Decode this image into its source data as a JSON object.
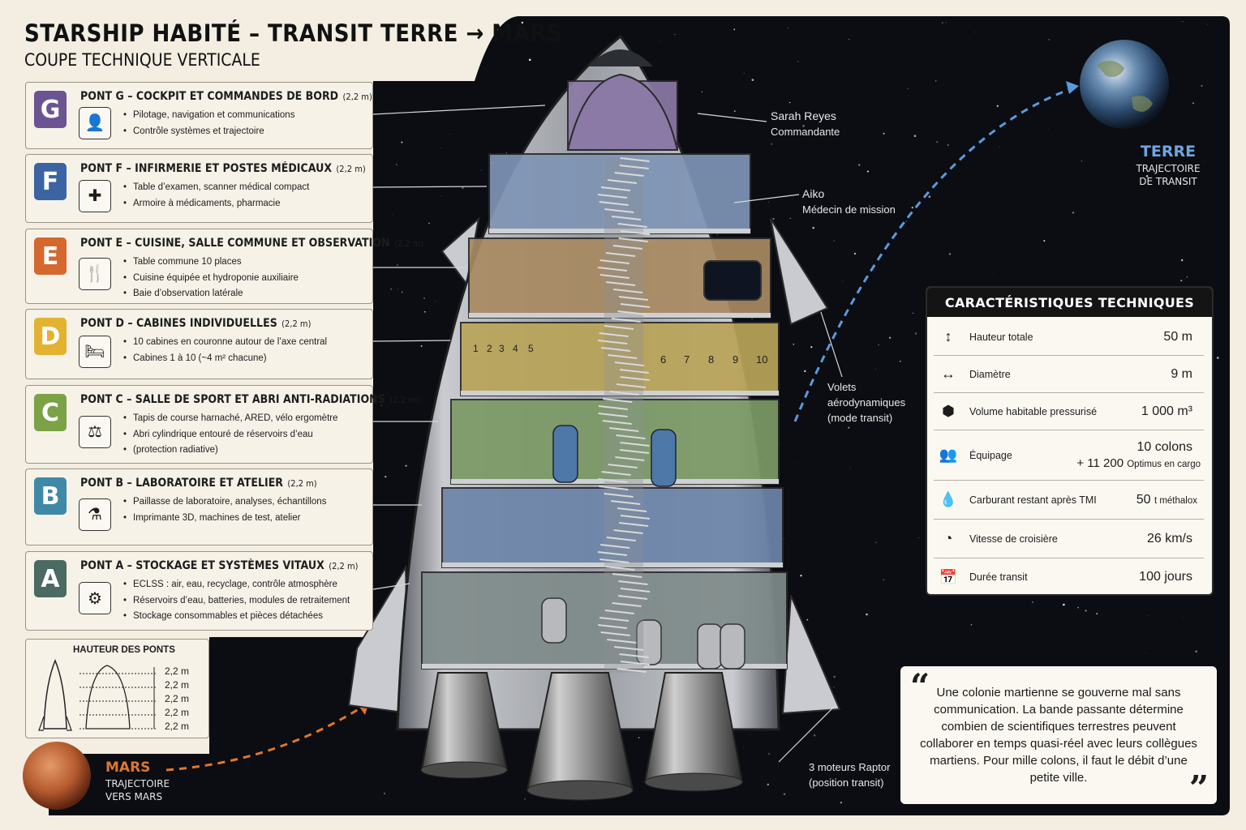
{
  "header": {
    "title": "STARSHIP HABITÉ – TRANSIT TERRE → MARS",
    "subtitle": "COUPE TECHNIQUE VERTICALE"
  },
  "decks": [
    {
      "letter": "G",
      "title": "PONT G – COCKPIT ET COMMANDES DE BORD",
      "height": "(2,2 m)",
      "color": "#6c5392",
      "icon": "astronaut-icon",
      "items": [
        "Pilotage, navigation et communications",
        "Contrôle systèmes et trajectoire"
      ]
    },
    {
      "letter": "F",
      "title": "PONT F – INFIRMERIE ET POSTES MÉDICAUX",
      "height": "(2,2 m)",
      "color": "#3c64a3",
      "icon": "medical-cross-icon",
      "items": [
        "Table d’examen, scanner médical compact",
        "Armoire à médicaments, pharmacie"
      ]
    },
    {
      "letter": "E",
      "title": "PONT E – CUISINE, SALLE COMMUNE ET OBSERVATION",
      "height": "(2,2 m)",
      "color": "#d5682f",
      "icon": "fork-knife-icon",
      "items": [
        "Table commune 10 places",
        "Cuisine équipée et hydroponie auxiliaire",
        "Baie d’observation latérale"
      ]
    },
    {
      "letter": "D",
      "title": "PONT D – CABINES INDIVIDUELLES",
      "height": "(2,2 m)",
      "color": "#e3b230",
      "icon": "bed-icon",
      "items": [
        "10 cabines en couronne autour de l’axe central",
        "Cabines 1 à 10 (~4 m² chacune)"
      ]
    },
    {
      "letter": "C",
      "title": "PONT C – SALLE DE SPORT ET ABRI ANTI-RADIATIONS",
      "height": "(2,2 m)",
      "color": "#7ba246",
      "icon": "dumbbell-icon",
      "items": [
        "Tapis de course harnaché, ARED, vélo ergomètre",
        "Abri cylindrique entouré de réservoirs d’eau",
        "(protection radiative)"
      ]
    },
    {
      "letter": "B",
      "title": "PONT B – LABORATOIRE ET ATELIER",
      "height": "(2,2 m)",
      "color": "#3f88a8",
      "icon": "flask-icon",
      "items": [
        "Paillasse de laboratoire, analyses, échantillons",
        "Imprimante 3D, machines de test, atelier"
      ]
    },
    {
      "letter": "A",
      "title": "PONT A – STOCKAGE ET SYSTÈMES VITAUX",
      "height": "(2,2 m)",
      "color": "#4a6a62",
      "icon": "gear-icon",
      "items": [
        "ECLSS : air, eau, recyclage, contrôle atmosphère",
        "Réservoirs d’eau, batteries, modules de retraitement",
        "Stockage consommables et pièces détachées"
      ]
    }
  ],
  "deck_heights": {
    "title": "HAUTEUR DES PONTS",
    "values": [
      "2,2 m",
      "2,2 m",
      "2,2 m",
      "2,2 m",
      "2,2 m"
    ]
  },
  "earth": {
    "name": "TERRE",
    "sub1": "TRAJECTOIRE",
    "sub2": "DE TRANSIT",
    "color": "#6fa6e0"
  },
  "mars": {
    "name": "MARS",
    "sub1": "TRAJECTOIRE",
    "sub2": "VERS MARS",
    "color": "#e0762e"
  },
  "callouts": {
    "commander": {
      "name": "Sarah Reyes",
      "role": "Commandante"
    },
    "doctor": {
      "name": "Aiko",
      "role": "Médecin de mission"
    },
    "flaps": {
      "l1": "Volets",
      "l2": "aérodynamiques",
      "l3": "(mode transit)"
    },
    "engines": {
      "l1": "3 moteurs Raptor",
      "l2": "(position transit)"
    }
  },
  "cabin_numbers_left": [
    "1",
    "2",
    "3",
    "4",
    "5"
  ],
  "cabin_numbers_right": [
    "6",
    "7",
    "8",
    "9",
    "10"
  ],
  "specs": {
    "title": "CARACTÉRISTIQUES TECHNIQUES",
    "rows": [
      {
        "icon": "height-arrow-icon",
        "label": "Hauteur totale",
        "value": "50 m"
      },
      {
        "icon": "width-arrow-icon",
        "label": "Diamètre",
        "value": "9 m"
      },
      {
        "icon": "cube-icon",
        "label": "Volume habitable pressurisé",
        "value": "1 000 m³"
      },
      {
        "icon": "crew-icon",
        "label": "Équipage",
        "value": "10 colons",
        "value2": "+ 11 200",
        "value2_note": "Optimus en cargo"
      },
      {
        "icon": "fuel-drop-icon",
        "label": "Carburant restant après TMI",
        "value": "50",
        "value_note": "t méthalox"
      },
      {
        "icon": "speedometer-icon",
        "label": "Vitesse de croisière",
        "value": "26 km/s"
      },
      {
        "icon": "calendar-icon",
        "label": "Durée transit",
        "value": "100 jours"
      }
    ]
  },
  "quote": {
    "text": "Une colonie martienne se gouverne mal sans communication. La bande passante détermine combien de scientifiques terrestres peuvent collaborer en temps quasi-réel avec leurs collègues martiens. Pour mille colons, il faut le débit d’une petite ville.",
    "open": "“",
    "close": "”"
  }
}
